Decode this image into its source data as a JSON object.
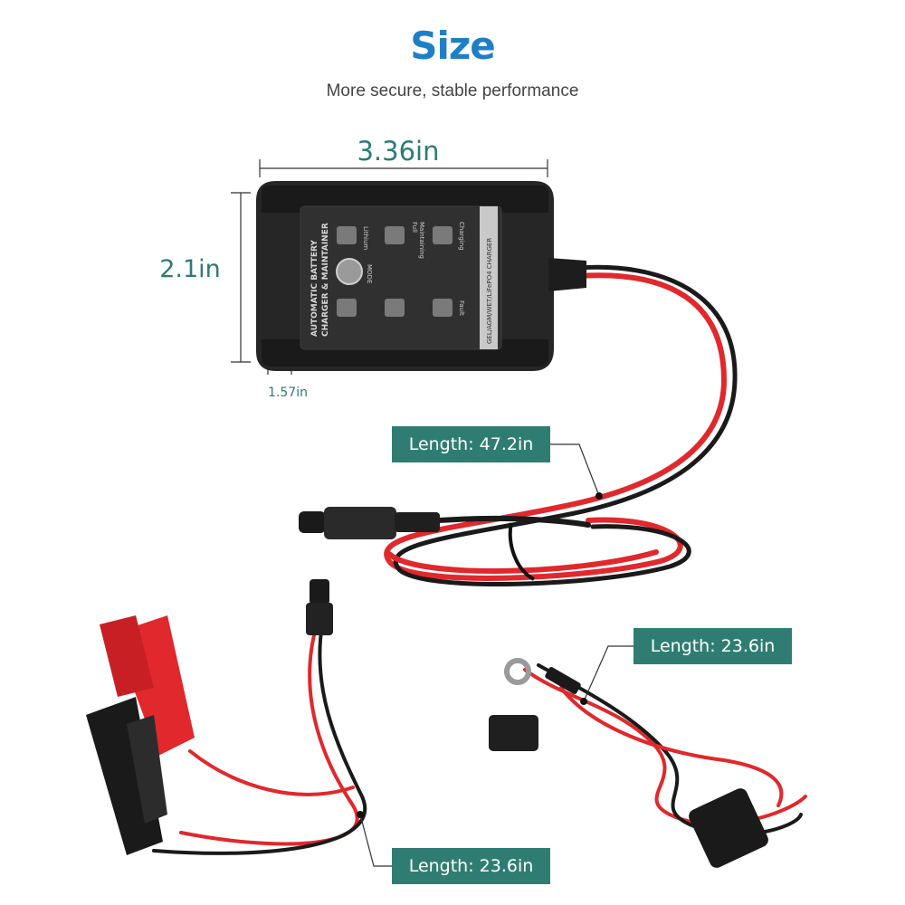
{
  "header": {
    "title": "Size",
    "subtitle": "More secure, stable performance"
  },
  "dimensions": {
    "width": "3.36in",
    "height": "2.1in",
    "depth": "1.57in"
  },
  "labels": {
    "main_cable": "Length: 47.2in",
    "ring_cable": "Length: 23.6in",
    "clamp_cable": "Length: 23.6in"
  },
  "device": {
    "title_line1": "AUTOMATIC BATTERY",
    "title_line2": "CHARGER & MAINTAINER",
    "button_label": "MODE",
    "led_lithium": "Lithium",
    "led_full": "Full",
    "led_full2": "Maintaining",
    "led_charging": "Charging",
    "led_fault": "Fault",
    "model_strip": "GEL/AGM/WET/LiFePO4 CHARGER"
  },
  "colors": {
    "title": "#1f7fc6",
    "dimension_text": "#2d7b74",
    "tag_background": "#2f7d72",
    "cable_red": "#e0282d",
    "cable_black": "#1a1a1a",
    "device_body": "#262626"
  }
}
